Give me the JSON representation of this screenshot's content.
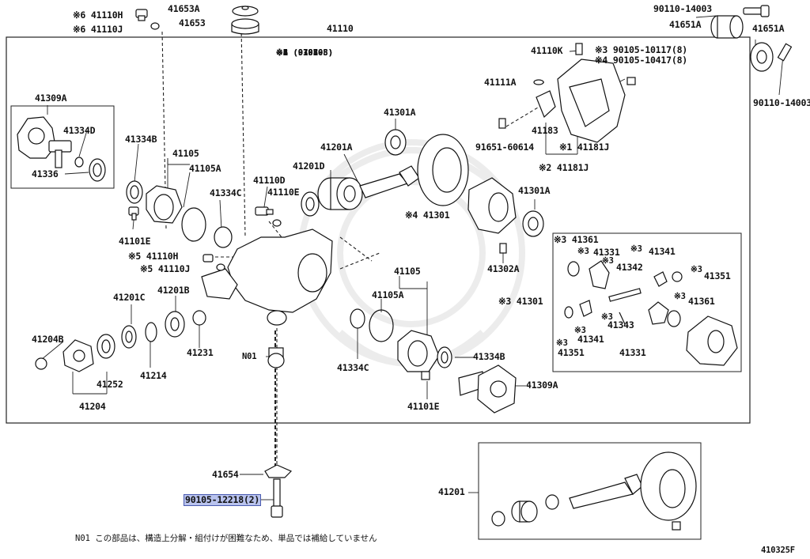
{
  "labels": {
    "l41110H_top": "※6 41110H",
    "l41110J_top": "※6 41110J",
    "l41653A": "41653A",
    "l41653": "41653",
    "l41110": "41110",
    "l90110_top": "90110-14003",
    "l41651A_a": "41651A",
    "l41651A_b": "41651A",
    "l90110_right": "90110-14003",
    "l41309A_left": "41309A",
    "l41334D": "41334D",
    "l41336": "41336",
    "l41334B_left": "41334B",
    "l41105_left": "41105",
    "l41105A_left": "41105A",
    "l41334C_left": "41334C",
    "l41110D": "41110D",
    "l41110E": "41110E",
    "l41201D": "41201D",
    "l41201A": "41201A",
    "l41301A_top": "41301A",
    "l41110K": "41110K",
    "l90105_10117": "※3 90105-10117(8)",
    "l90105_10417": "※4 90105-10417(8)",
    "l41111A": "41111A",
    "l41183": "41183",
    "l91651": "91651-60614",
    "l41181J_1": "※1 41181J",
    "l41181J_2": "※2 41181J",
    "l41301_4": "※4 41301",
    "l41301A_mid": "41301A",
    "l41101E_left": "41101E",
    "l41110H_mid": "※5 41110H",
    "l41110J_mid": "※5 41110J",
    "l41302A": "41302A",
    "l41105_mid": "41105",
    "l41105A_mid": "41105A",
    "l41201C": "41201C",
    "l41201B": "41201B",
    "l41204B": "41204B",
    "l41231": "41231",
    "lN01": "N01",
    "l41214": "41214",
    "l41252": "41252",
    "l41204": "41204",
    "l41334C_mid": "41334C",
    "l41334B_mid": "41334B",
    "l41101E_mid": "41101E",
    "l41309A_mid": "41309A",
    "l41361_a": "※3 41361",
    "l41331_a": "41331",
    "l41341_a": "41341",
    "l41342": "41342",
    "l41351_a": "41351",
    "l41301_3": "※3 41301",
    "l41361_b": "41361",
    "l41343": "41343",
    "l41341_b": "41341",
    "l41351_b": "41351",
    "l41331_b": "41331",
    "l41654": "41654",
    "l41201_low": "41201",
    "l90105_12218": "90105-12218(2)",
    "l410325F": "410325F"
  },
  "star_marks": [
    "※3",
    "※3",
    "※3",
    "※3",
    "※3",
    "※3",
    "※3",
    "※3"
  ],
  "notes": [
    "※1 (      -9708)",
    "※2 (9708-      )",
    "※3 (      -0108)",
    "※4 (0108-      )",
    "※5 (      -0305)",
    "※6 (0305-      )"
  ],
  "footnote": "N01 この部品は、構造上分解・組付けが困難なため、単品では補給していません",
  "highlight_color": "#b9c3ee"
}
